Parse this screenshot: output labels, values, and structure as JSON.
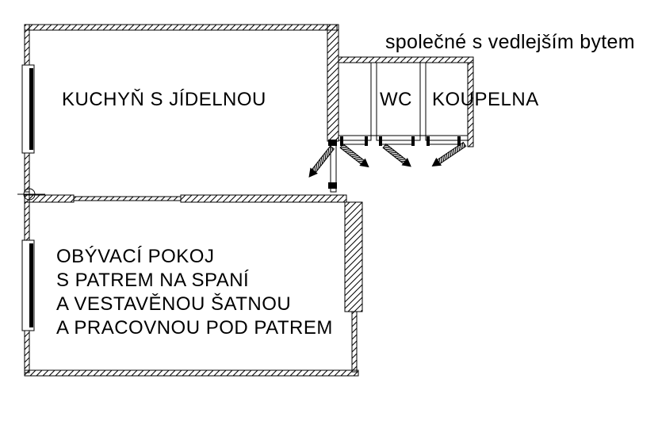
{
  "drawing": {
    "type": "apartment-floor-plan",
    "background_color": "#ffffff",
    "line_color": "#000000"
  },
  "rooms": [
    {
      "id": "kitchen",
      "label": "KUCHYŇ S JÍDELNOU"
    },
    {
      "id": "wc",
      "label": "WC"
    },
    {
      "id": "bathroom",
      "label": "KOUPELNA"
    },
    {
      "id": "living-room",
      "label_lines": [
        "OBÝVACÍ POKOJ",
        "S PATREM NA SPANÍ",
        "A VESTAVĚNOU ŠATNOU",
        "A PRACOVNOU POD PATREM"
      ]
    }
  ],
  "annotations": [
    {
      "id": "shared-note",
      "text": "společné s vedlejším bytem"
    }
  ]
}
